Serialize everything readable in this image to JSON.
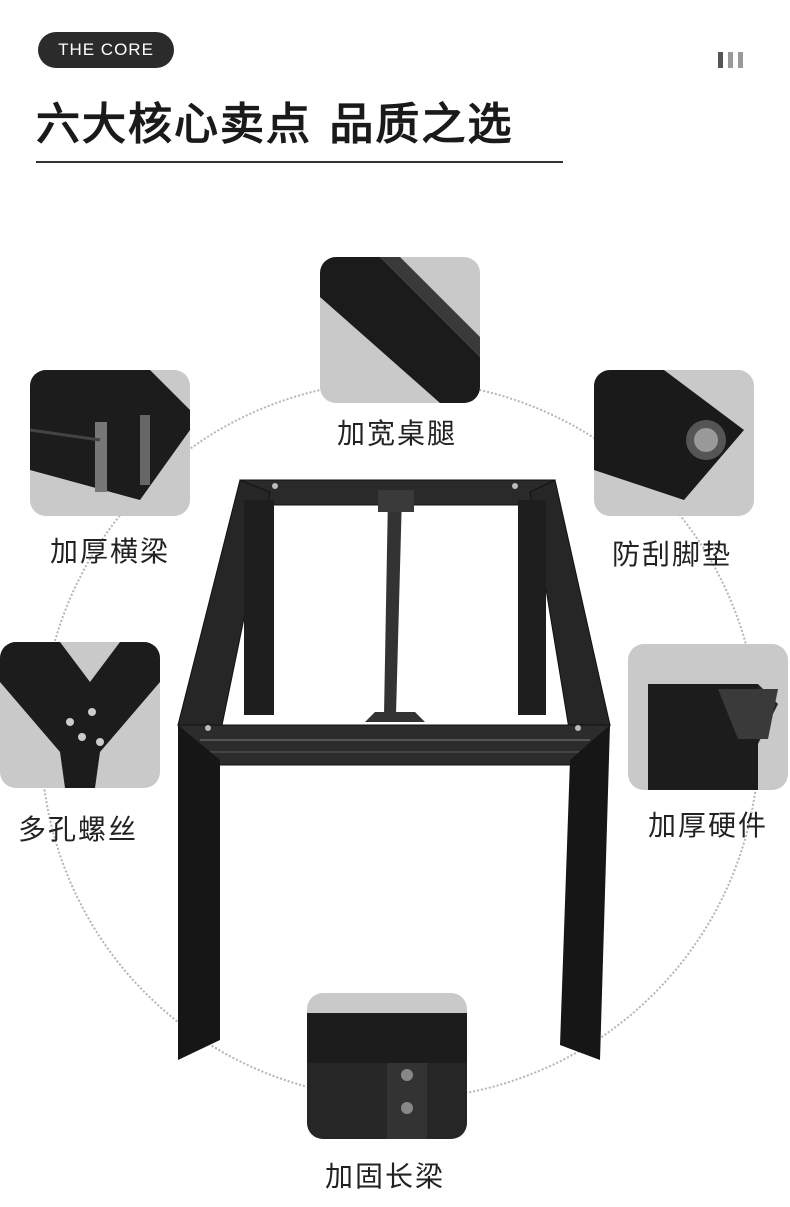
{
  "header": {
    "badge": "THE CORE",
    "title": "六大核心卖点 品质之选"
  },
  "features": [
    {
      "id": "wide-leg",
      "label": "加宽桌腿"
    },
    {
      "id": "thick-beam",
      "label": "加厚横梁"
    },
    {
      "id": "foot-pad",
      "label": "防刮脚垫"
    },
    {
      "id": "screws",
      "label": "多孔螺丝"
    },
    {
      "id": "hardware",
      "label": "加厚硬件"
    },
    {
      "id": "long-beam",
      "label": "加固长梁"
    }
  ],
  "colors": {
    "accent": "#2b2b2b",
    "thumb_bg": "#c9c9c9",
    "metal": "#1e1e1e"
  }
}
